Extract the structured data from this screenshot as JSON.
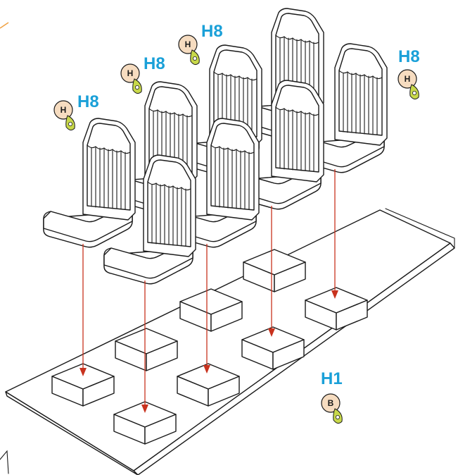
{
  "labels": {
    "seat_part": "H8",
    "base_part": "H1"
  },
  "badges": {
    "seat_sprue": "H",
    "base_sprue": "B"
  },
  "colors": {
    "part_label": "#1aa0d8",
    "badge_fill": "#f6dcc0",
    "drop_fill": "#c8d84a",
    "arrow": "#c8321e",
    "line": "#1a1a1a"
  },
  "icons": {
    "badge": "sprue-tree-badge-icon"
  }
}
